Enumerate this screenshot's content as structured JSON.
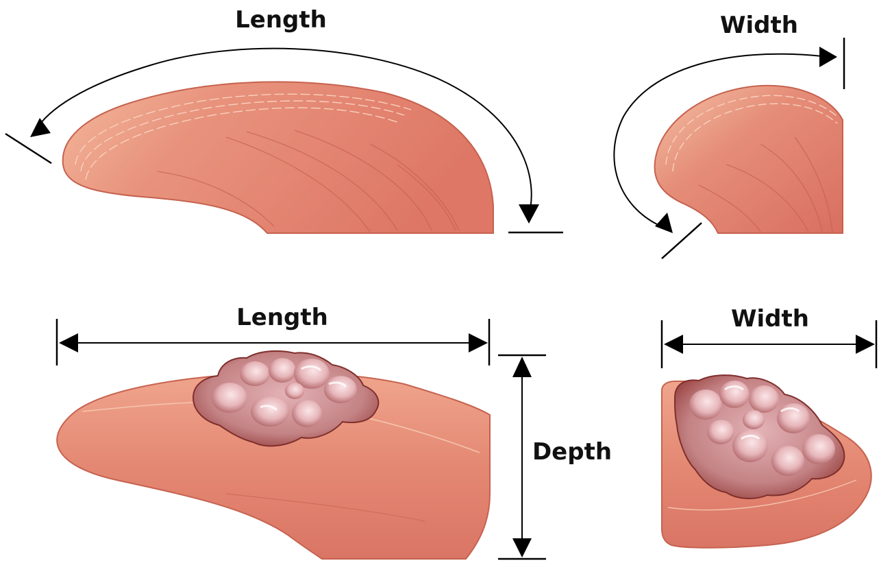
{
  "labels": {
    "top_length": "Length",
    "top_width": "Width",
    "bottom_length": "Length",
    "bottom_width": "Width",
    "depth": "Depth"
  },
  "colors": {
    "tissue_fill": "#e07e6c",
    "tissue_light": "#f2b094",
    "tissue_outline": "#c25f50",
    "lesion_fill": "#c98a8c",
    "lesion_bump": "#f1cdd0",
    "lesion_rim": "#8e3a36",
    "arrow_ink": "#000000"
  }
}
